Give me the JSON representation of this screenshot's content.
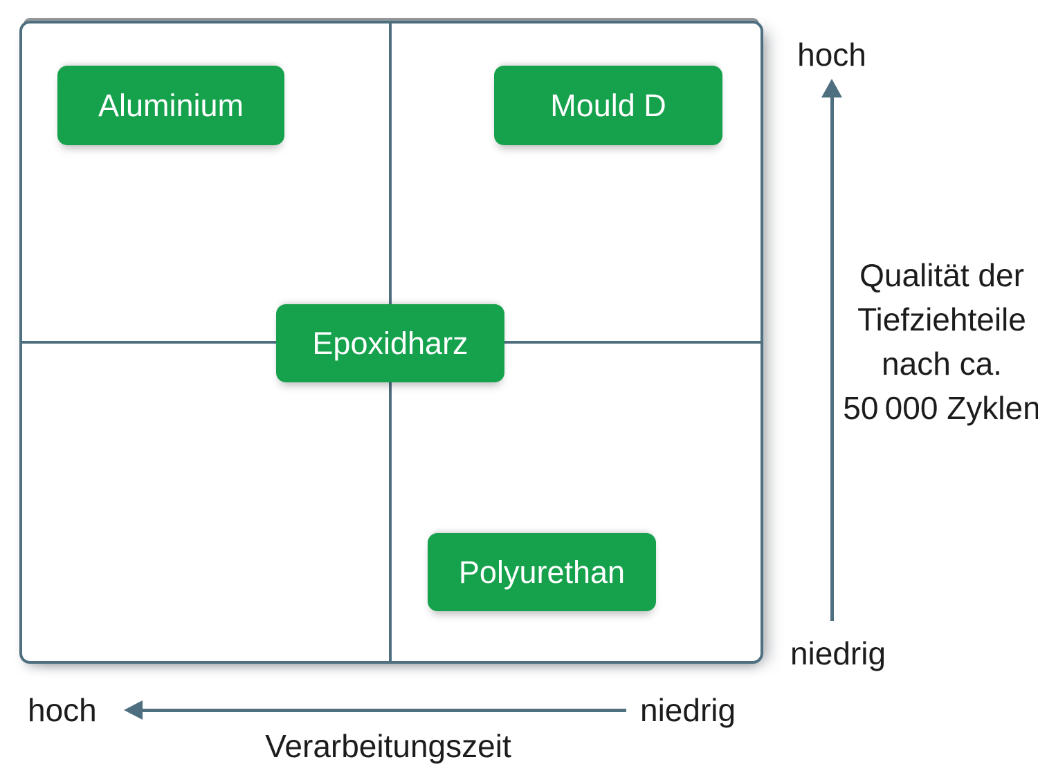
{
  "colors": {
    "item_green": "#16a24c",
    "line_slate": "#4e6f80",
    "text_dark": "#1c1c1c",
    "item_text": "#ffffff",
    "background": "#ffffff"
  },
  "matrix": {
    "items": [
      {
        "label": "Aluminium",
        "position": "top-left"
      },
      {
        "label": "Mould D",
        "position": "top-right"
      },
      {
        "label": "Epoxidharz",
        "position": "center"
      },
      {
        "label": "Polyurethan",
        "position": "bottom-right"
      }
    ]
  },
  "y_axis": {
    "direction": "up",
    "high_label": "hoch",
    "low_label": "niedrig",
    "title_lines": [
      "Qualität der",
      "Tiefziehteile",
      "nach ca.",
      "50 000 Zyklen"
    ]
  },
  "x_axis": {
    "direction": "left",
    "high_label": "hoch",
    "low_label": "niedrig",
    "title": "Verarbeitungszeit"
  }
}
